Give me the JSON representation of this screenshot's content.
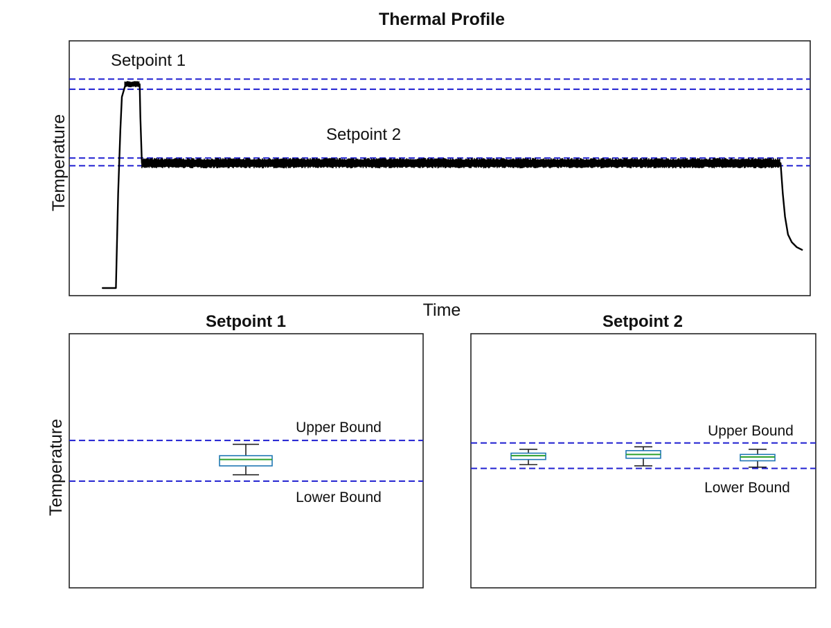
{
  "chart_data": [
    {
      "type": "line",
      "title": "Thermal Profile",
      "xlabel": "Time",
      "ylabel": "Temperature",
      "ticks_shown": false,
      "ylim": [
        0,
        100
      ],
      "xlim": [
        0,
        100
      ],
      "colors": {
        "trace": "#000000",
        "bounds": "#1f1fd0"
      },
      "annotations": [
        "Setpoint 1",
        "Setpoint 2"
      ],
      "bands": [
        {
          "name": "Setpoint 1",
          "lower": 81,
          "upper": 85
        },
        {
          "name": "Setpoint 2",
          "lower": 51,
          "upper": 54
        }
      ],
      "series": [
        {
          "x": [
            4.5,
            6.3,
            6.6,
            6.9,
            7.1,
            7.5,
            8.0,
            9.5,
            9.6,
            9.8,
            96.0,
            96.3,
            96.6,
            97.0,
            97.5,
            98.2,
            98.9
          ],
          "y": [
            3,
            3,
            40,
            65,
            78,
            82,
            83,
            83,
            70,
            52,
            52,
            40,
            31,
            24,
            21,
            19,
            18
          ]
        }
      ]
    },
    {
      "type": "box",
      "title": "Setpoint 1",
      "xlabel": "",
      "ylabel": "Temperature",
      "ylim": [
        0,
        100
      ],
      "upper_bound": 58,
      "lower_bound": 42,
      "bound_labels": {
        "upper": "Upper Bound",
        "lower": "Lower Bound"
      },
      "colors": {
        "box": "#1f77b4",
        "median": "#2ca02c",
        "whisker": "#222222",
        "bounds": "#1f1fd0"
      },
      "boxes": [
        {
          "whisker_low": 44.5,
          "q1": 48,
          "median": 50.5,
          "q3": 52,
          "whisker_high": 56.5
        }
      ]
    },
    {
      "type": "box",
      "title": "Setpoint 2",
      "xlabel": "",
      "ylabel": "",
      "ylim": [
        0,
        100
      ],
      "upper_bound": 57,
      "lower_bound": 47,
      "bound_labels": {
        "upper": "Upper Bound",
        "lower": "Lower Bound"
      },
      "colors": {
        "box": "#1f77b4",
        "median": "#2ca02c",
        "whisker": "#222222",
        "bounds": "#1f1fd0"
      },
      "boxes": [
        {
          "whisker_low": 48.5,
          "q1": 50.5,
          "median": 52,
          "q3": 53,
          "whisker_high": 54.5
        },
        {
          "whisker_low": 48,
          "q1": 51,
          "median": 52.5,
          "q3": 54,
          "whisker_high": 55.5
        },
        {
          "whisker_low": 47.5,
          "q1": 50,
          "median": 51.5,
          "q3": 52.5,
          "whisker_high": 54.5
        }
      ]
    }
  ]
}
